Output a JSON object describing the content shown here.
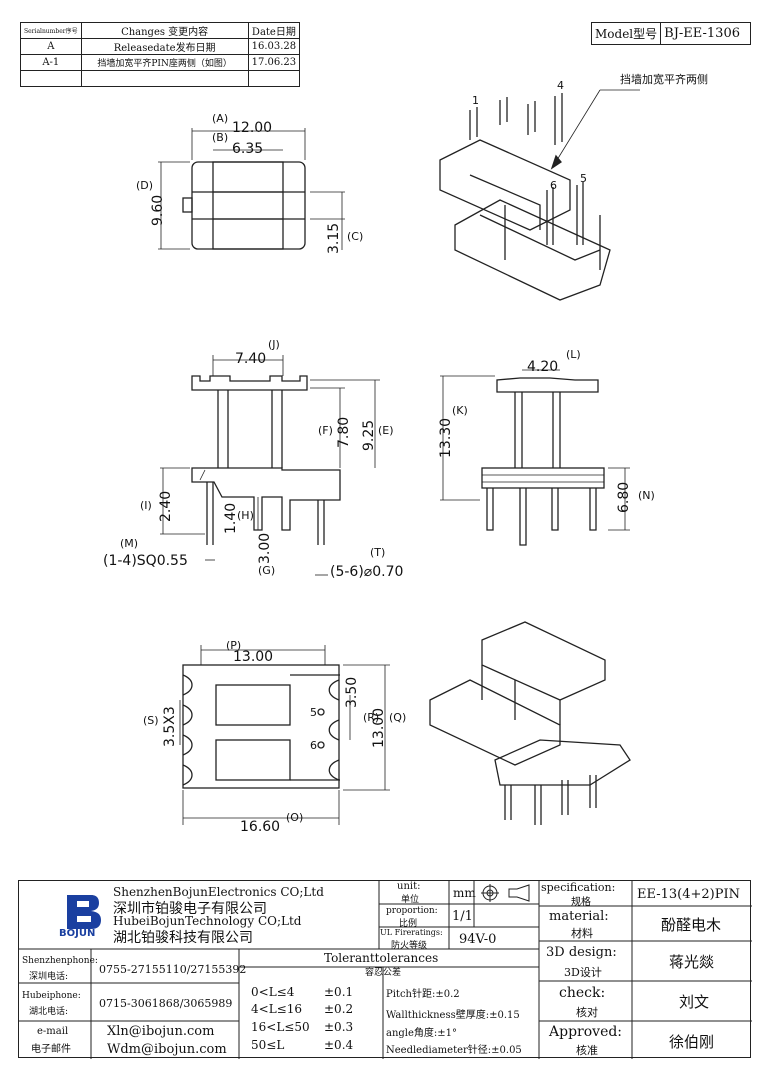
{
  "revision": {
    "header": {
      "serial": "Serialnumber序号",
      "changes": "Changes 变更内容",
      "date": "Date日期"
    },
    "rows": [
      {
        "serial": "A",
        "change": "Releasedate发布日期",
        "date": "16.03.28"
      },
      {
        "serial": "A-1",
        "change": "挡墙加宽平齐PIN座两侧（如图）",
        "date": "17.06.23"
      }
    ]
  },
  "model": {
    "label": "Model型号",
    "value": "BJ-EE-1306"
  },
  "callout": "挡墙加宽平齐两侧",
  "pins": {
    "p1": "1",
    "p4": "4",
    "p5": "5",
    "p6": "6",
    "p5b": "5",
    "p6b": "6"
  },
  "dims": {
    "a": "12.00",
    "a_tag": "(A)",
    "b": "6.35",
    "b_tag": "(B)",
    "d": "9.60",
    "d_tag": "(D)",
    "c": "3.15",
    "c_tag": "(C)",
    "j": "7.40",
    "j_tag": "(J)",
    "f": "7.80",
    "f_tag": "(F)",
    "e": "9.25",
    "e_tag": "(E)",
    "i": "2.40",
    "i_tag": "(I)",
    "h": "1.40",
    "h_tag": "(H)",
    "g": "3.00",
    "g_tag": "(G)",
    "m_tag": "(M)",
    "m": "(1-4)SQ0.55",
    "t_tag": "(T)",
    "t": "(5-6)⌀0.70",
    "l": "4.20",
    "l_tag": "(L)",
    "k": "13.30",
    "k_tag": "(K)",
    "n": "6.80",
    "n_tag": "(N)",
    "p": "13.00",
    "p_tag": "(P)",
    "s": "3.5X3",
    "s_tag": "(S)",
    "r": "3.50",
    "r_tag": "(R)",
    "q": "13.00",
    "q_tag": "(Q)",
    "o": "16.60",
    "o_tag": "(O)"
  },
  "title_block": {
    "company_en1": "ShenzhenBojunElectronics CO;Ltd",
    "company_cn1": "深圳市铂骏电子有限公司",
    "company_en2": "HubeiBojunTechnology CO;Ltd",
    "company_cn2": "湖北铂骏科技有限公司",
    "logo_text": "BOJUN",
    "unit_label": "unit:",
    "unit_cn": "单位",
    "unit": "mm",
    "proportion_label": "proportion:",
    "proportion_cn": "比例",
    "proportion": "1/1",
    "ul_label": "UL Fireratings:",
    "ul_cn": "防火等级",
    "ul": "94V-0",
    "spec_label": "specification:",
    "spec_cn": "规格",
    "spec": "EE-13(4+2)PIN",
    "material_label": "material:",
    "material_cn": "材料",
    "material": "酚醛电木",
    "design_label": "3D design:",
    "design_cn": "3D设计",
    "design": "蒋光燚",
    "check_label": "check:",
    "check_cn": "核对",
    "check": "刘文",
    "approved_label": "Approved:",
    "approved_cn": "核准",
    "approved": "徐伯刚",
    "tol_title": "Toleranttolerances",
    "tol_cn": "容忍公差",
    "tol_rows": [
      [
        "0<L≤4",
        "±0.1"
      ],
      [
        "4<L≤16",
        "±0.2"
      ],
      [
        "16<L≤50",
        "±0.3"
      ],
      [
        "50≤L",
        "±0.4"
      ]
    ],
    "pitch": "Pitch针距:±0.2",
    "wall": "Wallthickness壁厚度:±0.15",
    "angle": "angle角度:±1°",
    "needle": "Needlediameter针径:±0.05",
    "sz_phone_label": "Shenzhenphone:",
    "sz_phone_cn": "深圳电话:",
    "sz_phone": "0755-27155110/27155392",
    "hb_phone_label": "Hubeiphone:",
    "hb_phone_cn": "湖北电话:",
    "hb_phone": "0715-3061868/3065989",
    "email_label": "e-mail",
    "email_cn": "电子邮件",
    "email1": "Xln@ibojun.com",
    "email2": "Wdm@ibojun.com"
  }
}
